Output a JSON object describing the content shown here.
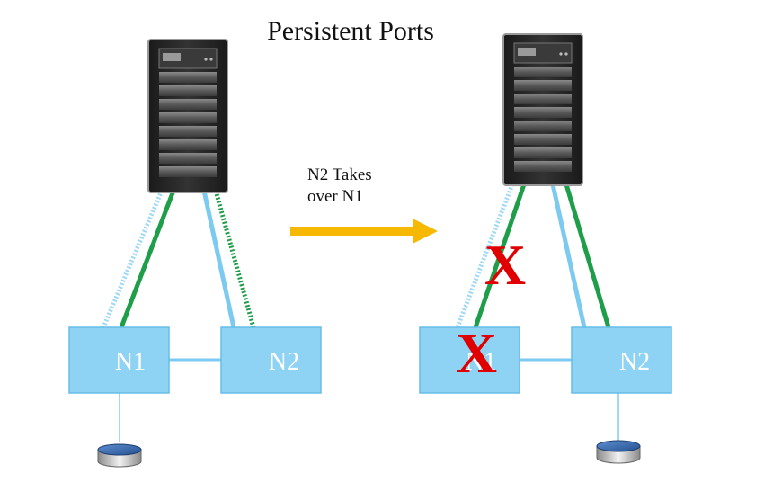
{
  "title": "Persistent Ports",
  "arrow_label": {
    "line1": "N2 Takes",
    "line2": "over N1"
  },
  "nodes": {
    "left_n1": "N1",
    "left_n2": "N2",
    "right_n1": "N1",
    "right_n2": "N2"
  },
  "failure_mark": "X",
  "colors": {
    "node_fill": "#8fd3f4",
    "node_stroke": "#66bde8",
    "active_green": "#1f9e4a",
    "link_blue": "#7ccaf0",
    "arrow": "#f6b800",
    "failure_red": "#e00000",
    "server_body": "#262626"
  }
}
